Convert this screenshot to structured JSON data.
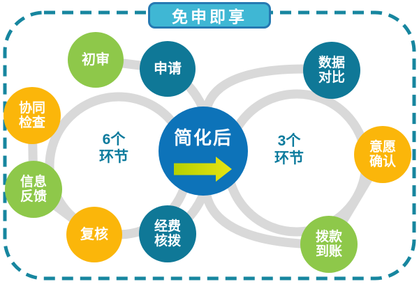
{
  "title": "免申即享",
  "center": {
    "label": "简化后",
    "arrow_icon": "arrow-right"
  },
  "left_ring": {
    "label": "6个\n环节"
  },
  "right_ring": {
    "label": "3个\n环节"
  },
  "nodes": [
    {
      "label": "初审",
      "color": "#8ec84a"
    },
    {
      "label": "申请",
      "color": "#0f7897"
    },
    {
      "label": "协同\n检查",
      "color": "#fbb60a"
    },
    {
      "label": "信息\n反馈",
      "color": "#8ec84a"
    },
    {
      "label": "复核",
      "color": "#fbb60a"
    },
    {
      "label": "经费\n核拨",
      "color": "#0f7897"
    },
    {
      "label": "数据\n对比",
      "color": "#0f7897"
    },
    {
      "label": "意愿\n确认",
      "color": "#fbb60a"
    },
    {
      "label": "拨款\n到账",
      "color": "#8ec84a"
    }
  ],
  "colors": {
    "green": "#8ec84a",
    "yellow": "#fbb60a",
    "teal": "#0f7897",
    "center_blue": "#0d73b9",
    "ring_gray": "#d9d9d9",
    "ring_label_teal": "#0d7b9d",
    "dashed_border": "#17869f",
    "title_fill": "#3fb7d4",
    "title_border": "#2679b2",
    "arrow_start": "#b5d000",
    "arrow_end": "#e8e412"
  }
}
